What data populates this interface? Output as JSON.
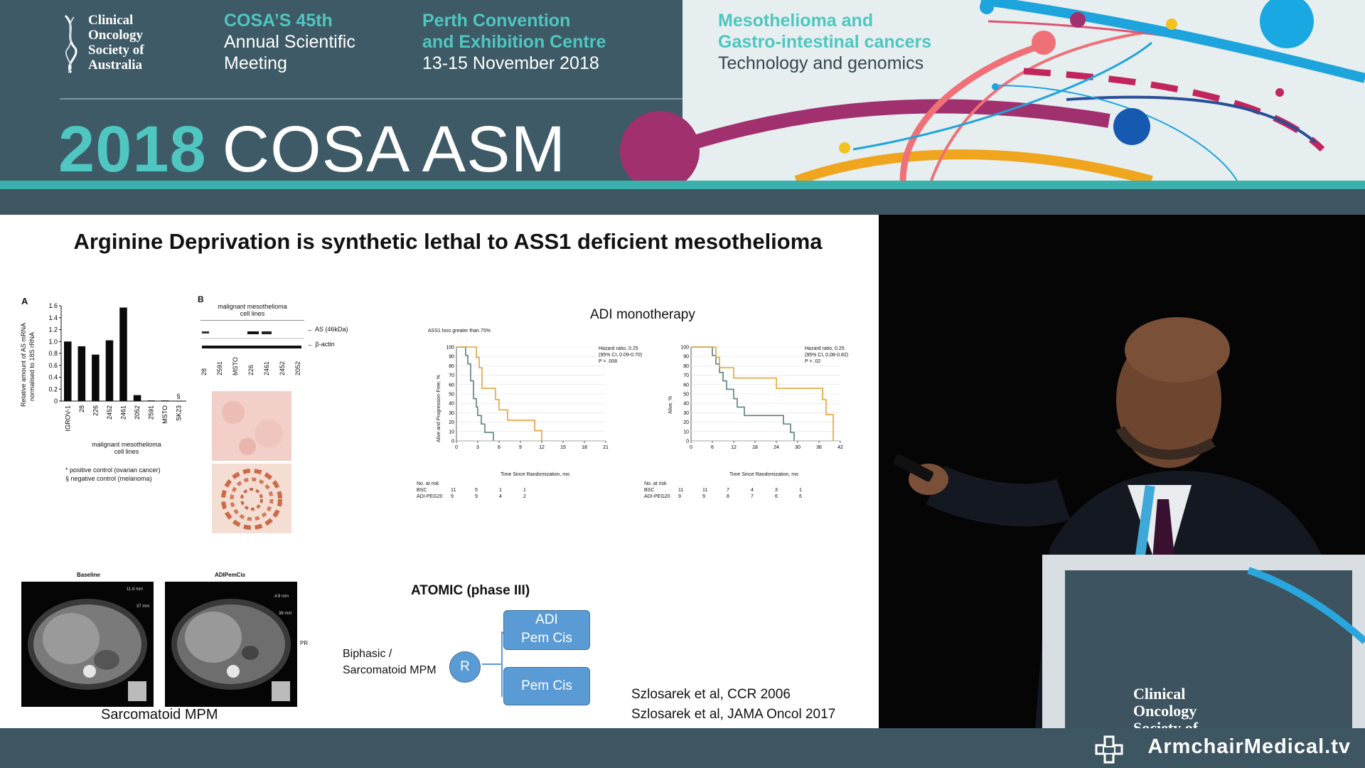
{
  "banner": {
    "org_name_lines": [
      "Clinical",
      "Oncology",
      "Society of",
      "Australia"
    ],
    "meeting": {
      "line1": "COSA’S 45th",
      "line2": "Annual Scientific",
      "line3": "Meeting"
    },
    "venue": {
      "line1": "Perth Convention",
      "line2": "and Exhibition Centre",
      "line3": "13-15 November 2018"
    },
    "theme": {
      "line1": "Mesothelioma and",
      "line2": "Gastro-intestinal cancers",
      "line3": "Technology and genomics"
    },
    "title_year": "2018",
    "title_rest": "COSA ASM"
  },
  "slide": {
    "title": "Arginine Deprivation is synthetic lethal to ASS1 deficient mesothelioma",
    "panel_a": {
      "label": "A",
      "ylabel_line1": "Relative amount of AS mRNA",
      "ylabel_line2": "normalised to 18S rRNA",
      "xlabel_line1": "malignant mesothelioma",
      "xlabel_line2": "cell lines",
      "footnote1": "*   positive control (ovarian cancer)",
      "footnote2": "§  negative control (melanoma)",
      "section_mark": "§"
    },
    "panel_b": {
      "label": "B",
      "header_line1": "malignant mesothelioma",
      "header_line2": "cell lines",
      "band1": "AS (46kDa)",
      "band2": "β-actin",
      "lanes": [
        "28",
        "2591",
        "MSTO",
        "226",
        "2461",
        "2452",
        "2052"
      ]
    },
    "adi": {
      "title": "ADI monotherapy",
      "left_subtitle": "ASS1 loss greater than 75%",
      "left_hr_line1": "Hazard ratio, 0.25",
      "left_hr_line2": "(95% CI, 0.09-0.70)",
      "left_hr_line3": "P = .008",
      "left_ylabel": "Alive and Progression-Free, %",
      "right_hr_line1": "Hazard ratio, 0.25",
      "right_hr_line2": "(95% CI, 0.08-0.82)",
      "right_hr_line3": "P = .02",
      "right_ylabel": "Alive, %",
      "xlabel": "Time Since Randomization, mo",
      "risk_title": "No. at risk",
      "risk_bsc": "BSC",
      "risk_adi": "ADI-PEG20",
      "left_risk_bsc": [
        "11",
        "5",
        "1",
        "1"
      ],
      "left_risk_adi": [
        "9",
        "9",
        "4",
        "2"
      ],
      "right_risk_bsc": [
        "11",
        "11",
        "7",
        "4",
        "3",
        "1"
      ],
      "right_risk_adi": [
        "9",
        "9",
        "8",
        "7",
        "6",
        "6"
      ]
    },
    "ct": {
      "baseline": "Baseline",
      "adipemcis": "ADIPemCis",
      "pr": "PR",
      "caption": "Sarcomatoid MPM",
      "meas1": "11.6 mm",
      "meas2": "37 mm",
      "meas3": "4.9 mm",
      "meas4": "38 mm"
    },
    "atomic": {
      "title": "ATOMIC (phase III)",
      "population_line1": "Biphasic /",
      "population_line2": "Sarcomatoid MPM",
      "r_label": "R",
      "arm1_line1": "ADI",
      "arm1_line2": "Pem Cis",
      "arm2": "Pem Cis"
    },
    "refs": [
      "Szlosarek et al, CCR 2006",
      "Szlosarek et al, JAMA Oncol 2017"
    ]
  },
  "podium": {
    "line1": "Clinical",
    "line2": "Oncology",
    "line3": "Society of"
  },
  "watermark": "ArmchairMedical.tv",
  "chart_data": [
    {
      "type": "bar",
      "title": "",
      "categories": [
        "IGROV-1",
        "28",
        "226",
        "2452",
        "2461",
        "2052",
        "2591",
        "MSTO",
        "SK23"
      ],
      "values": [
        1.0,
        0.92,
        0.78,
        1.02,
        1.57,
        0.1,
        0.01,
        0.01,
        0.0
      ],
      "ylabel": "Relative amount of AS mRNA normalised to 18S rRNA",
      "xlabel": "malignant mesothelioma cell lines",
      "ylim": [
        0,
        1.6
      ],
      "yticks": [
        "0",
        "0.2",
        "0.4",
        "0.6",
        "0.8",
        "1.0",
        "1.2",
        "1.4",
        "1.6"
      ]
    },
    {
      "type": "line",
      "title": "",
      "xlabel": "Time Since Randomization, mo",
      "ylabel": "Alive and Progression-Free, %",
      "xlim": [
        0,
        21
      ],
      "ylim": [
        0,
        100
      ],
      "xticks": [
        "0",
        "3",
        "6",
        "9",
        "12",
        "15",
        "18",
        "21"
      ],
      "yticks": [
        "0",
        "10",
        "20",
        "30",
        "40",
        "50",
        "60",
        "70",
        "80",
        "90",
        "100"
      ],
      "series": [
        {
          "name": "BSC",
          "color": "#5a7f7e",
          "x": [
            0,
            1,
            1.3,
            1.6,
            2,
            2.4,
            2.8,
            3,
            3.5,
            4,
            5,
            5.2
          ],
          "y": [
            100,
            100,
            91,
            82,
            64,
            45,
            36,
            27,
            18,
            9,
            9,
            0
          ]
        },
        {
          "name": "ADI-PEG20",
          "color": "#e8a23a",
          "x": [
            0,
            2.5,
            2.8,
            3.2,
            3.6,
            5,
            5.5,
            6,
            7.2,
            9,
            11,
            12
          ],
          "y": [
            100,
            100,
            89,
            78,
            56,
            56,
            44,
            33,
            22,
            22,
            11,
            0
          ]
        }
      ]
    },
    {
      "type": "line",
      "title": "",
      "xlabel": "Time Since Randomization, mo",
      "ylabel": "Alive, %",
      "xlim": [
        0,
        42
      ],
      "ylim": [
        0,
        100
      ],
      "xticks": [
        "0",
        "6",
        "12",
        "18",
        "24",
        "30",
        "36",
        "42"
      ],
      "yticks": [
        "0",
        "10",
        "20",
        "30",
        "40",
        "50",
        "60",
        "70",
        "80",
        "90",
        "100"
      ],
      "series": [
        {
          "name": "BSC",
          "color": "#5a7f7e",
          "x": [
            0,
            5,
            6,
            7,
            8,
            9,
            10,
            11,
            12,
            13,
            14,
            15,
            18,
            20,
            24,
            26,
            28,
            29
          ],
          "y": [
            100,
            100,
            91,
            82,
            73,
            64,
            55,
            55,
            45,
            36,
            36,
            27,
            27,
            27,
            27,
            18,
            9,
            0
          ]
        },
        {
          "name": "ADI-PEG20",
          "color": "#e8a23a",
          "x": [
            0,
            6,
            7,
            8,
            10,
            12,
            18,
            24,
            28,
            35,
            37,
            38,
            40
          ],
          "y": [
            100,
            100,
            89,
            78,
            78,
            67,
            67,
            56,
            56,
            56,
            44,
            28,
            0
          ]
        }
      ]
    }
  ]
}
